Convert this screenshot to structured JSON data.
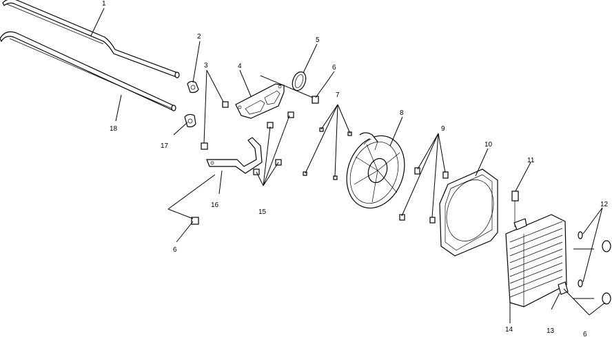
{
  "diagram": {
    "callouts": [
      {
        "id": "c1",
        "text": "1"
      },
      {
        "id": "c2",
        "text": "2"
      },
      {
        "id": "c3",
        "text": "3"
      },
      {
        "id": "c4",
        "text": "4"
      },
      {
        "id": "c5",
        "text": "5"
      },
      {
        "id": "c6a",
        "text": "6"
      },
      {
        "id": "c7",
        "text": "7"
      },
      {
        "id": "c8",
        "text": "8"
      },
      {
        "id": "c9",
        "text": "9"
      },
      {
        "id": "c10",
        "text": "10"
      },
      {
        "id": "c11",
        "text": "11"
      },
      {
        "id": "c12",
        "text": "12"
      },
      {
        "id": "c13",
        "text": "13"
      },
      {
        "id": "c14",
        "text": "14"
      },
      {
        "id": "c15",
        "text": "15"
      },
      {
        "id": "c16",
        "text": "16"
      },
      {
        "id": "c17",
        "text": "17"
      },
      {
        "id": "c18",
        "text": "18"
      },
      {
        "id": "c6b",
        "text": "6"
      },
      {
        "id": "c6c",
        "text": "6"
      }
    ]
  }
}
